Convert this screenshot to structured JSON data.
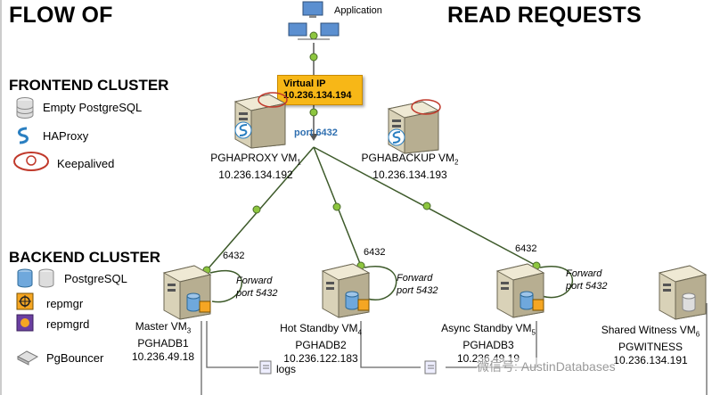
{
  "titles": {
    "left": "FLOW OF",
    "right": "READ REQUESTS"
  },
  "application_label": "Application",
  "vip": {
    "title": "Virtual IP",
    "ip": "10.236.134.194"
  },
  "frontend": {
    "heading": "FRONTEND CLUSTER",
    "legend": [
      {
        "icon": "database-icon",
        "label": "Empty PostgreSQL"
      },
      {
        "icon": "haproxy-icon",
        "label": "HAProxy"
      },
      {
        "icon": "keepalived-icon",
        "label": "Keepalived"
      }
    ],
    "proxy": {
      "name": "PGHAPROXY VM",
      "sub": "1",
      "ip": "10.236.134.192",
      "port": "port 6432"
    },
    "backup": {
      "name": "PGHABACKUP VM",
      "sub": "2",
      "ip": "10.236.134.193"
    }
  },
  "backend": {
    "heading": "BACKEND CLUSTER",
    "legend": [
      {
        "icon": "postgres-icon",
        "label": "PostgreSQL"
      },
      {
        "icon": "repmgr-icon",
        "label": "repmgr"
      },
      {
        "icon": "repmgrd-icon",
        "label": "repmgrd"
      },
      {
        "icon": "pgbouncer-icon",
        "label": "PgBouncer"
      }
    ],
    "nodes": [
      {
        "name": "Master VM",
        "sub": "3",
        "host": "PGHADB1",
        "ip": "10.236.49.18",
        "port": "6432",
        "forward": "Forward",
        "forward2": "port 5432"
      },
      {
        "name": "Hot Standby VM",
        "sub": "4",
        "host": "PGHADB2",
        "ip": "10.236.122.183",
        "port": "6432",
        "forward": "Forward",
        "forward2": "port 5432"
      },
      {
        "name": "Async Standby VM",
        "sub": "5",
        "host": "PGHADB3",
        "ip": "10.236.49.19",
        "port": "6432",
        "forward": "Forward",
        "forward2": "port 5432"
      },
      {
        "name": "Shared Witness VM",
        "sub": "6",
        "host": "PGWITNESS",
        "ip": "10.236.134.191"
      }
    ],
    "logs_label": "logs"
  },
  "colors": {
    "link": "#3d5a2a",
    "dot": "#8dc63f",
    "vip": "#f7b717",
    "port": "#2f6fb0"
  },
  "watermark": "微信号: AustinDatabases"
}
